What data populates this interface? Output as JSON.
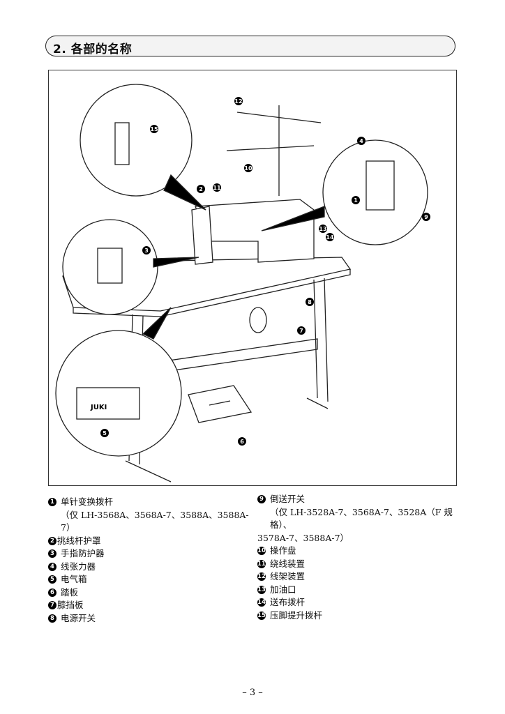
{
  "header": {
    "title": "2. 各部的名称"
  },
  "figure": {
    "callouts": [
      "1",
      "2",
      "3",
      "4",
      "5",
      "6",
      "7",
      "8",
      "9",
      "10",
      "11",
      "12",
      "13",
      "14",
      "15"
    ],
    "brand_text": "JUKI"
  },
  "parts_left": [
    {
      "n": "1",
      "label": "单针变换拨杆",
      "note": "（仅 LH-3568A、3568A-7、3588A、3588A-7）"
    },
    {
      "n": "2",
      "label": "挑线杆护罩"
    },
    {
      "n": "3",
      "label": "手指防护器"
    },
    {
      "n": "4",
      "label": "线张力器"
    },
    {
      "n": "5",
      "label": "电气箱"
    },
    {
      "n": "6",
      "label": "踏板"
    },
    {
      "n": "7",
      "label": "膝挡板"
    },
    {
      "n": "8",
      "label": "电源开关"
    }
  ],
  "parts_right": [
    {
      "n": "9",
      "label": "倒送开关",
      "note": "（仅 LH-3528A-7、3568A-7、3528A（F 规格）、",
      "note2": "3578A-7、3588A-7）"
    },
    {
      "n": "10",
      "label": "操作盘"
    },
    {
      "n": "11",
      "label": "绕线装置"
    },
    {
      "n": "12",
      "label": "线架装置"
    },
    {
      "n": "13",
      "label": "加油口"
    },
    {
      "n": "14",
      "label": "送布拨杆"
    },
    {
      "n": "15",
      "label": "压脚提升拨杆"
    }
  ],
  "footer": {
    "page": "– 3 –"
  }
}
